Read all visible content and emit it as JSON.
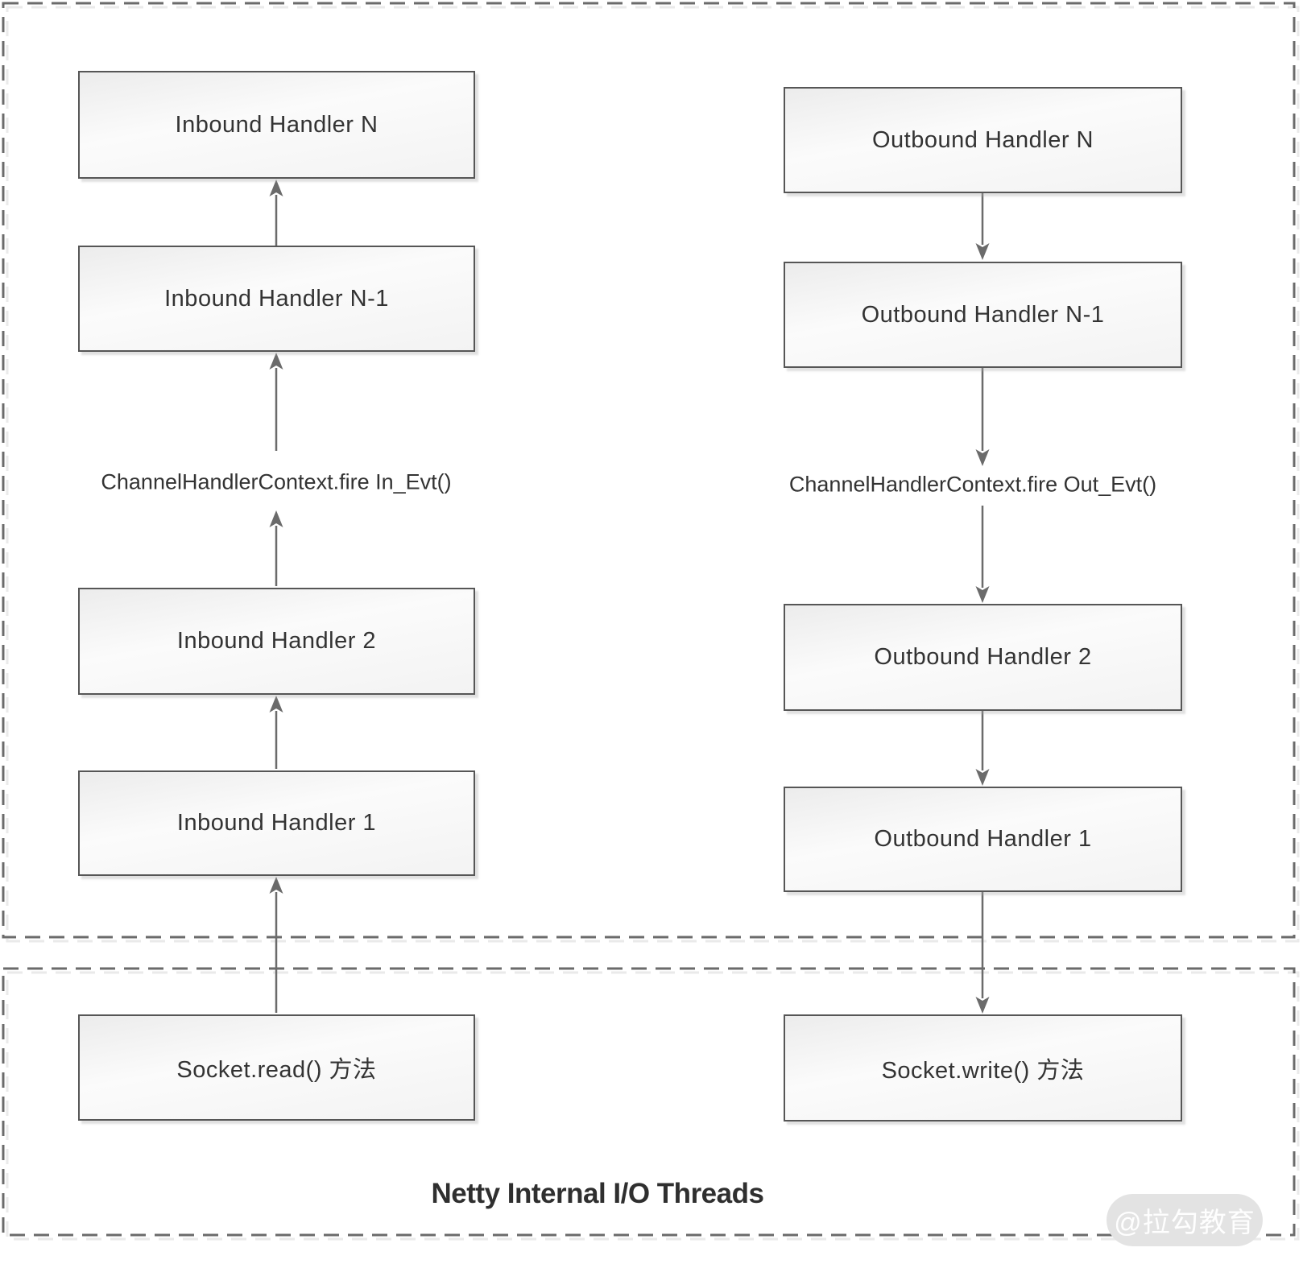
{
  "diagram": {
    "title": "Netty Internal I/O Threads",
    "watermark": "@拉勾教育",
    "left_column": {
      "flow_direction": "up",
      "event_label": "ChannelHandlerContext.fire In_Evt()",
      "nodes": [
        {
          "label": "Inbound Handler N"
        },
        {
          "label": "Inbound Handler N-1"
        },
        {
          "label": "Inbound Handler 2"
        },
        {
          "label": "Inbound Handler 1"
        },
        {
          "label": "Socket.read() 方法"
        }
      ]
    },
    "right_column": {
      "flow_direction": "down",
      "event_label": "ChannelHandlerContext.fire Out_Evt()",
      "nodes": [
        {
          "label": "Outbound Handler N"
        },
        {
          "label": "Outbound Handler N-1"
        },
        {
          "label": "Outbound Handler 2"
        },
        {
          "label": "Outbound Handler 1"
        },
        {
          "label": "Socket.write() 方法"
        }
      ]
    },
    "colors": {
      "line": "#6b6b6b",
      "dash_shadow": "#eaeaea",
      "box_border": "#565656",
      "box_fill_top": "#ececec",
      "box_fill_bottom": "#f3f3f3",
      "text": "#333333",
      "watermark_bg": "#e3e3e3",
      "watermark_text": "#ffffff"
    }
  }
}
